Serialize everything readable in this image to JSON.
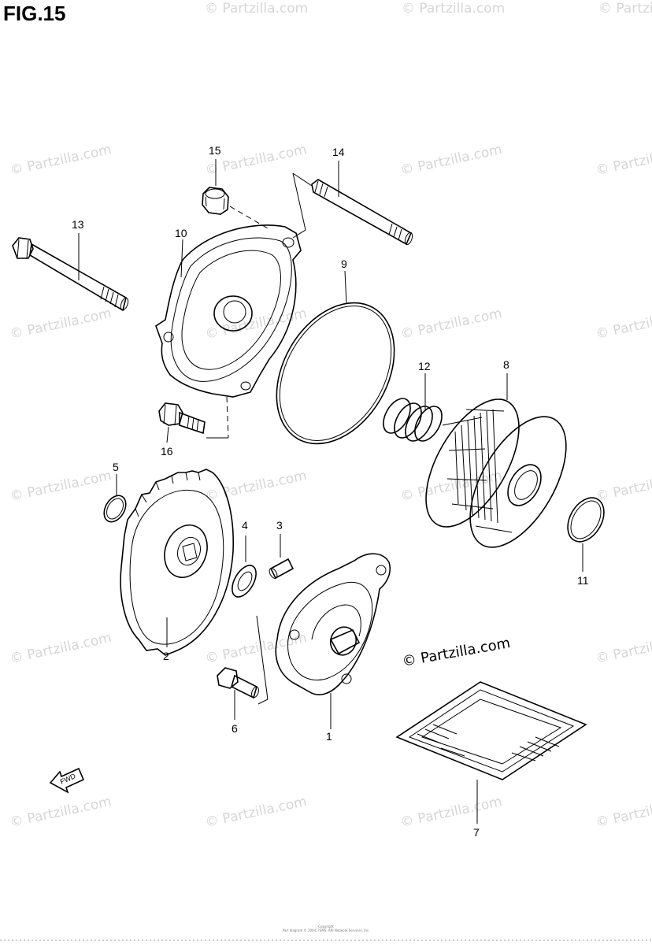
{
  "figure": {
    "title": "FIG.15",
    "copyright": "© Partzilla.com",
    "watermark": "© Partzilla.com",
    "footer_line1": "Copyright",
    "footer_line2": "Part diagram © 2004, ?SMS, ARI Network Services, Inc."
  },
  "callouts": [
    {
      "id": "1",
      "part": "oil-pump-body"
    },
    {
      "id": "2",
      "part": "driven-gear"
    },
    {
      "id": "3",
      "part": "pin"
    },
    {
      "id": "4",
      "part": "washer"
    },
    {
      "id": "5",
      "part": "circlip"
    },
    {
      "id": "6",
      "part": "screw"
    },
    {
      "id": "7",
      "part": "strainer"
    },
    {
      "id": "8",
      "part": "oil-filter"
    },
    {
      "id": "9",
      "part": "o-ring"
    },
    {
      "id": "10",
      "part": "filter-cap"
    },
    {
      "id": "11",
      "part": "o-ring-small"
    },
    {
      "id": "12",
      "part": "spring"
    },
    {
      "id": "13",
      "part": "bolt-long"
    },
    {
      "id": "14",
      "part": "stud-bolt"
    },
    {
      "id": "15",
      "part": "nut"
    },
    {
      "id": "16",
      "part": "bolt-short"
    }
  ],
  "fwd_label": "FWD"
}
